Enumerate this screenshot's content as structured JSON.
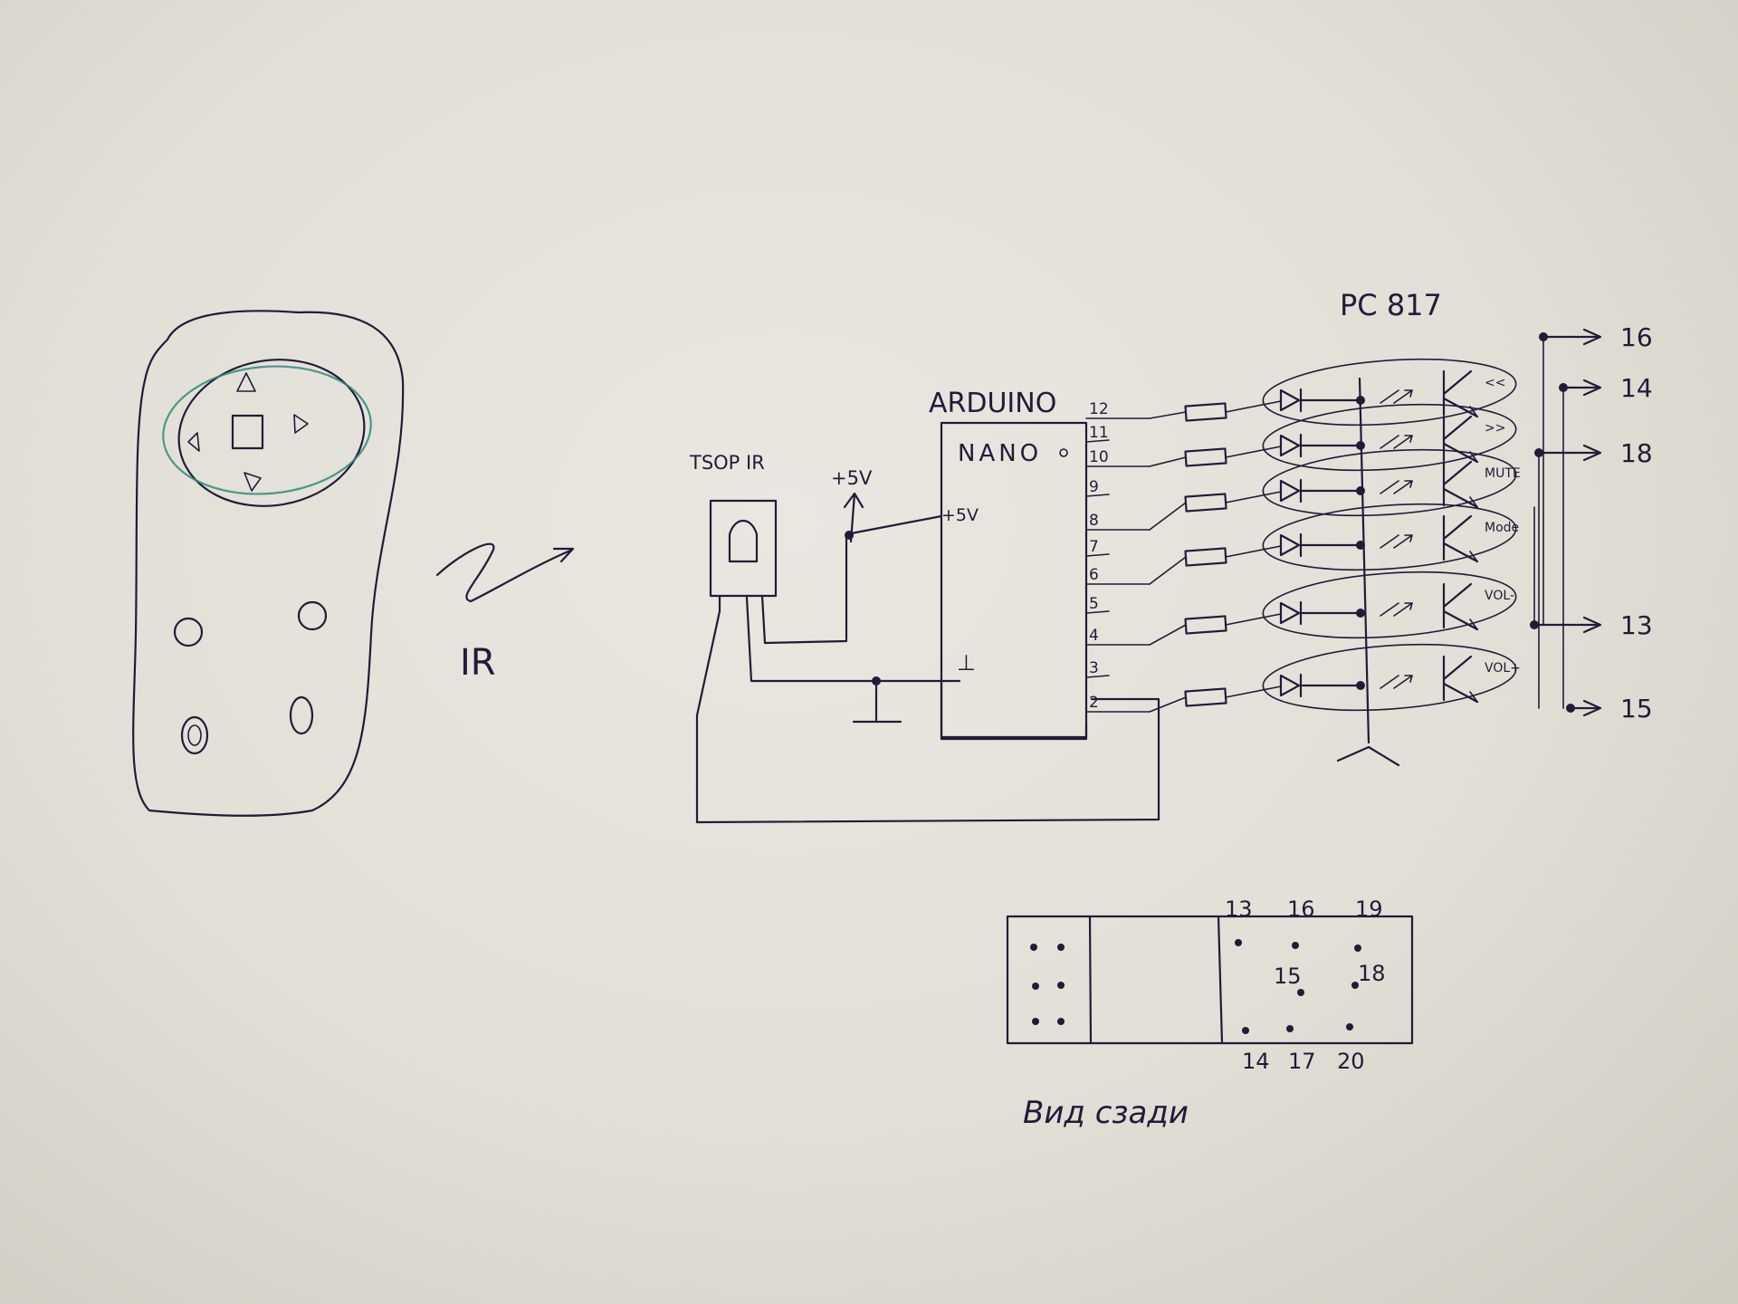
{
  "labels": {
    "ir": "IR",
    "tsop": "TSOP IR",
    "plus5_supply": "+5V",
    "arduino": "ARDUINO",
    "nano": "NANO",
    "plus5_pin": "+5V",
    "gnd_pin": "⊥",
    "pc817": "PC 817",
    "rear_view": "Вид сзади"
  },
  "arduino_pins": [
    "12",
    "11",
    "10",
    "9",
    "8",
    "7",
    "6",
    "5",
    "4",
    "3",
    "2"
  ],
  "channels": [
    {
      "button": "<<"
    },
    {
      "button": ">>"
    },
    {
      "button": "MUTE"
    },
    {
      "button": "Mode"
    },
    {
      "button": "VOL-"
    },
    {
      "button": "VOL+"
    }
  ],
  "outputs": [
    "16",
    "14",
    "18",
    "13",
    "15"
  ],
  "connector": {
    "top": [
      "13",
      "16",
      "19"
    ],
    "middle": [
      "15",
      "18"
    ],
    "bottom": [
      "14",
      "17",
      "20"
    ]
  },
  "colors": {
    "ink": "#231a3a",
    "paper": "#e6e4dd",
    "highlighter": "#2f8a78"
  }
}
